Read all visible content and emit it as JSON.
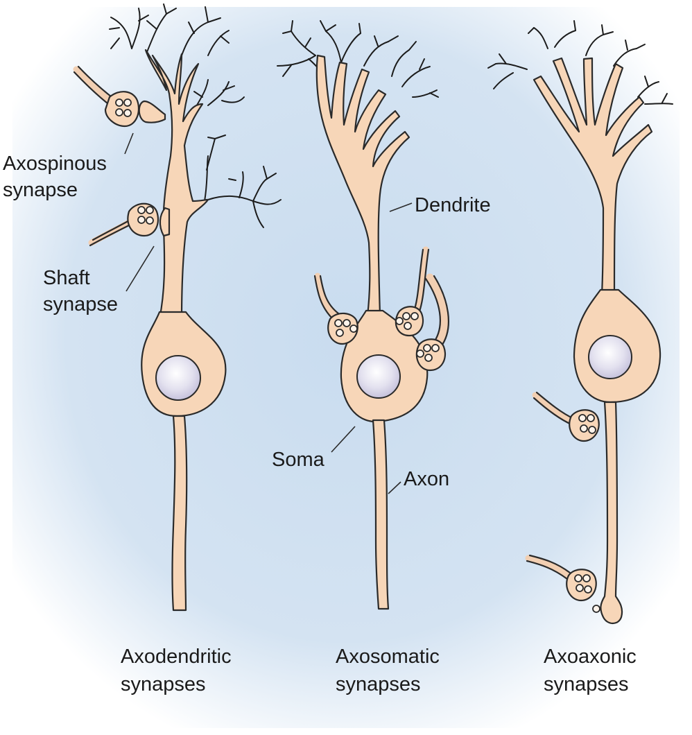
{
  "labels": {
    "axospinous": [
      "Axospinous",
      "synapse"
    ],
    "shaft": [
      "Shaft",
      "synapse"
    ],
    "dendrite": "Dendrite",
    "soma": "Soma",
    "axon": "Axon"
  },
  "captions": {
    "axodendritic": [
      "Axodendritic",
      "synapses"
    ],
    "axosomatic": [
      "Axosomatic",
      "synapses"
    ],
    "axoaxonic": [
      "Axoaxonic",
      "synapses"
    ]
  },
  "colors": {
    "background_center": "#c9dcef",
    "background_edge": "#ffffff",
    "neuron_fill": "#f7d6b8",
    "nucleus_center": "#ffffff",
    "nucleus_edge": "#c6c2dc",
    "outline": "#2a2a2a"
  }
}
